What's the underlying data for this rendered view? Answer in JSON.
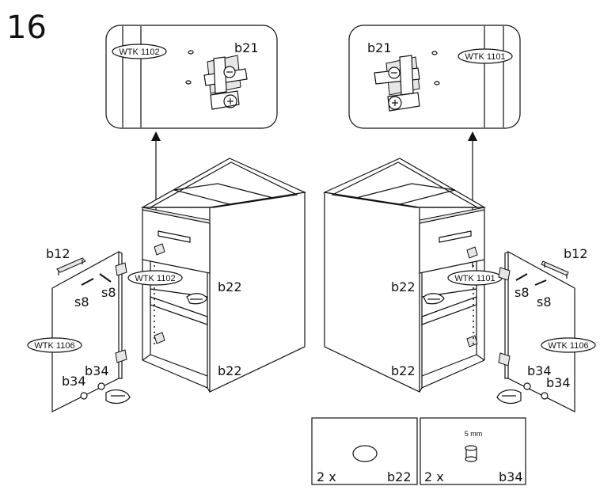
{
  "step_number": "16",
  "parts": {
    "b21": "b21",
    "b22": "b22",
    "b12": "b12",
    "s8": "s8",
    "b34": "b34"
  },
  "panel_codes": {
    "left_hinge_panel": "WTK 1102",
    "right_hinge_panel": "WTK 1101",
    "left_cabinet": "WTK 1102",
    "right_cabinet": "WTK 1101",
    "left_door": "WTK 1106",
    "right_door": "WTK 1106"
  },
  "legend": {
    "b22": {
      "qty": "2 x",
      "part": "b22"
    },
    "b34": {
      "qty": "2 x",
      "part": "b34",
      "size": "5 mm"
    }
  }
}
